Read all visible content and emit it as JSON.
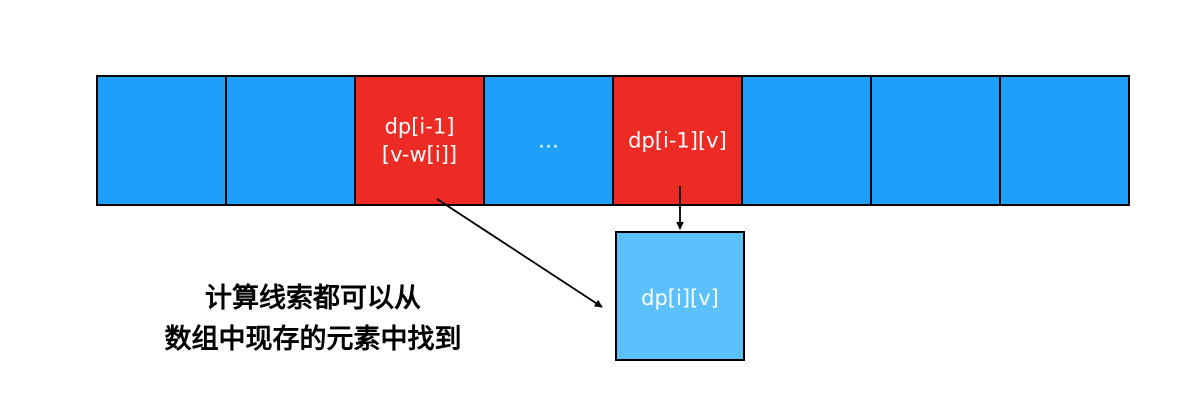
{
  "array": {
    "cells": [
      {
        "label_lines": []
      },
      {
        "label_lines": []
      },
      {
        "label_lines": [
          "dp[i-1]",
          "[v-w[i]]"
        ],
        "highlight": true
      },
      {
        "label_lines": [
          "…"
        ]
      },
      {
        "label_lines": [
          "dp[i-1][v]"
        ],
        "highlight": true
      },
      {
        "label_lines": []
      },
      {
        "label_lines": []
      },
      {
        "label_lines": []
      }
    ]
  },
  "result": {
    "label": "dp[i][v]"
  },
  "caption": {
    "lines": [
      "计算线索都可以从",
      "数组中现存的元素中找到"
    ]
  },
  "colors": {
    "cell": "#1e9ffa",
    "highlight": "#ec2b24",
    "result": "#5bc0fc",
    "stroke": "#000000",
    "arrow": "#000000"
  }
}
